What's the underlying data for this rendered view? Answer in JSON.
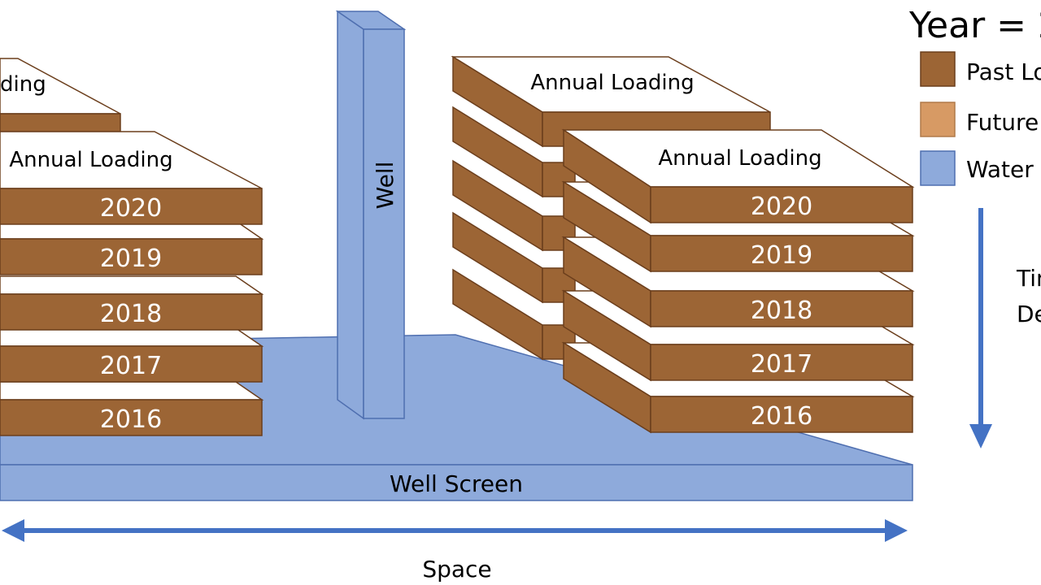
{
  "title": "Year = 2",
  "legend": [
    {
      "label": "Past Lo",
      "color": "#9c6535"
    },
    {
      "label": "Future",
      "color": "#d79a64"
    },
    {
      "label": "Water",
      "color": "#8eaadb"
    }
  ],
  "time_label_line1": "Tin",
  "time_label_line2": "De",
  "space_label": "Space",
  "well_label": "Well",
  "well_screen_label": "Well Screen",
  "annual_loading_label": "Annual Loading",
  "partial_annual_label": "ding",
  "years": [
    "2020",
    "2019",
    "2018",
    "2017",
    "2016"
  ],
  "colors": {
    "past": "#9c6535",
    "future": "#d79a64",
    "water": "#8eaadb",
    "water_edge": "#4f6fb0",
    "arrow": "#4472c4",
    "edge": "#6b3e1c"
  }
}
